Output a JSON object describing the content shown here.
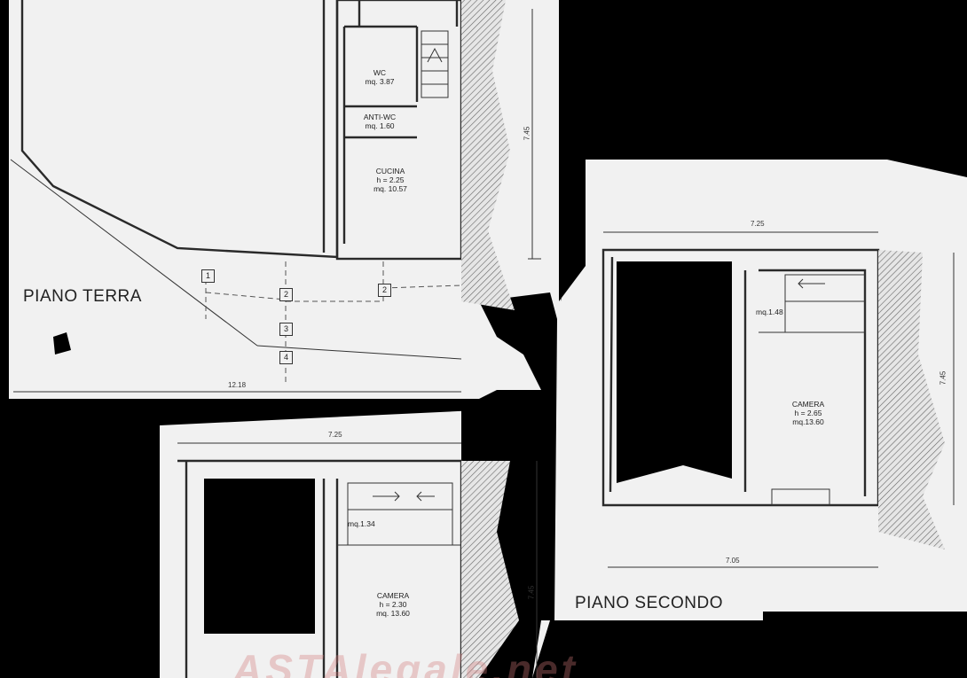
{
  "plans": {
    "ground_floor": {
      "title": "PIANO TERRA",
      "rooms": {
        "wc": {
          "name": "WC",
          "area": "mq. 3.87"
        },
        "anti_wc": {
          "name": "ANTI-WC",
          "area": "mq. 1.60"
        },
        "kitchen": {
          "name": "CUCINA",
          "height": "h = 2.25",
          "area": "mq. 10.57"
        }
      },
      "dimensions": {
        "width": "12.18",
        "depth": "7.45"
      },
      "section_markers": [
        "1",
        "2",
        "2",
        "3",
        "4"
      ]
    },
    "first_floor": {
      "rooms": {
        "stair": {
          "area": "mq.1.34"
        },
        "bedroom": {
          "name": "CAMERA",
          "height": "h = 2.30",
          "area": "mq. 13.60"
        }
      },
      "dimensions": {
        "width": "7.25",
        "depth": "7.45"
      }
    },
    "second_floor": {
      "title": "PIANO SECONDO",
      "rooms": {
        "stair": {
          "area": "mq.1.48"
        },
        "bedroom": {
          "name": "CAMERA",
          "height": "h = 2.65",
          "area": "mq.13.60"
        }
      },
      "dimensions": {
        "top_width": "7.25",
        "bottom_width": "7.05",
        "depth": "7.45"
      }
    }
  },
  "watermark": "ASTAlegale.net",
  "colors": {
    "paper": "#f1f1f1",
    "ink": "#2a2a2a",
    "background": "#000000",
    "watermark": "#d27878"
  }
}
